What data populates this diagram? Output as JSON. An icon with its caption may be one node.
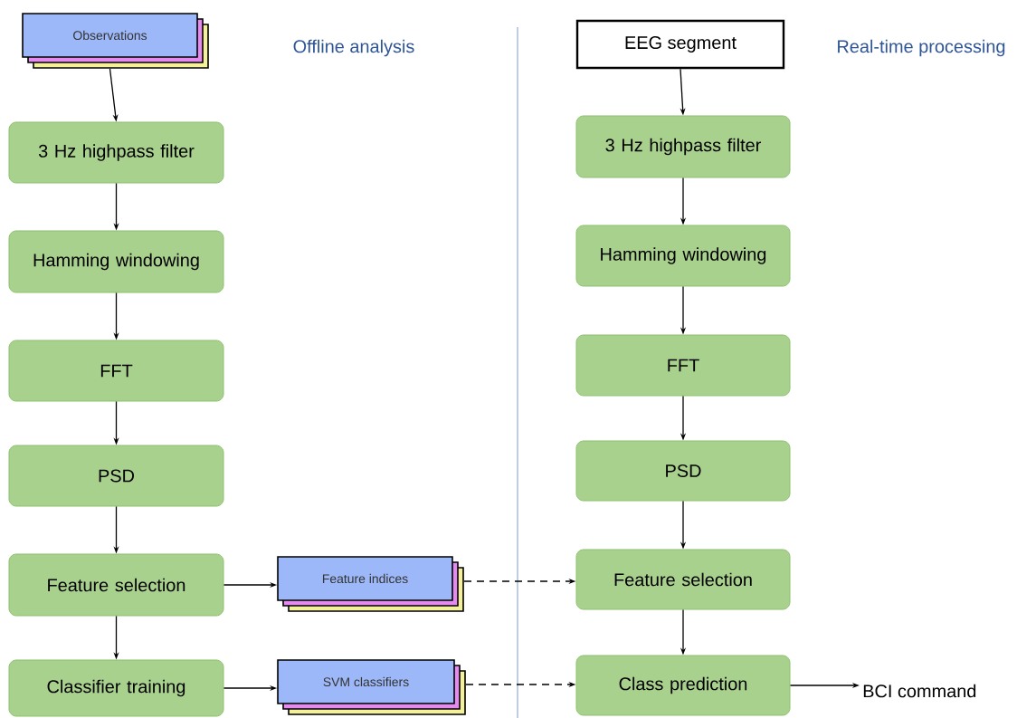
{
  "diagram": {
    "nodes": [
      {
        "text": [
          "Observations"
        ]
      },
      {
        "text": [
          "3 Hz highpass filter"
        ]
      },
      {
        "text": [
          "Hamming windowing"
        ]
      },
      {
        "text": [
          "FFT"
        ]
      },
      {
        "text": [
          "PSD"
        ]
      },
      {
        "text": [
          "Feature selection"
        ]
      },
      {
        "text": [
          "Classifier training"
        ]
      },
      {
        "text": [
          "Feature indices"
        ]
      },
      {
        "text": [
          "SVM classifiers"
        ]
      },
      {
        "text": [
          "EEG segment"
        ]
      },
      {
        "text": [
          "3 Hz highpass filter"
        ]
      },
      {
        "text": [
          "Hamming windowing"
        ]
      },
      {
        "text": [
          "FFT"
        ]
      },
      {
        "text": [
          "PSD"
        ]
      },
      {
        "text": [
          "Feature selection"
        ]
      },
      {
        "text": [
          "Class prediction"
        ]
      },
      {
        "text": [
          "BCI command"
        ]
      }
    ],
    "edges": [
      {
        "from": 0,
        "to": 1,
        "arrow": "to"
      },
      {
        "from": 1,
        "to": 2,
        "arrow": "to"
      },
      {
        "from": 2,
        "to": 3,
        "arrow": "to"
      },
      {
        "from": 3,
        "to": 4,
        "arrow": "to"
      },
      {
        "from": 4,
        "to": 5,
        "arrow": "to"
      },
      {
        "from": 5,
        "to": 6,
        "arrow": "to"
      },
      {
        "from": 5,
        "to": 7,
        "arrow": "to"
      },
      {
        "from": 6,
        "to": 8,
        "arrow": "to"
      },
      {
        "from": 7,
        "to": 14,
        "arrow": "to",
        "style": "dashed"
      },
      {
        "from": 8,
        "to": 15,
        "arrow": "to",
        "style": "dashed"
      },
      {
        "from": 9,
        "to": 10,
        "arrow": "to"
      },
      {
        "from": 10,
        "to": 11,
        "arrow": "to"
      },
      {
        "from": 11,
        "to": 12,
        "arrow": "to"
      },
      {
        "from": 12,
        "to": 13,
        "arrow": "to"
      },
      {
        "from": 13,
        "to": 14,
        "arrow": "to"
      },
      {
        "from": 14,
        "to": 15,
        "arrow": "to"
      },
      {
        "from": 15,
        "to": 16,
        "arrow": "to"
      }
    ],
    "labels": [
      "Offline analysis",
      "Real-time processing"
    ]
  }
}
